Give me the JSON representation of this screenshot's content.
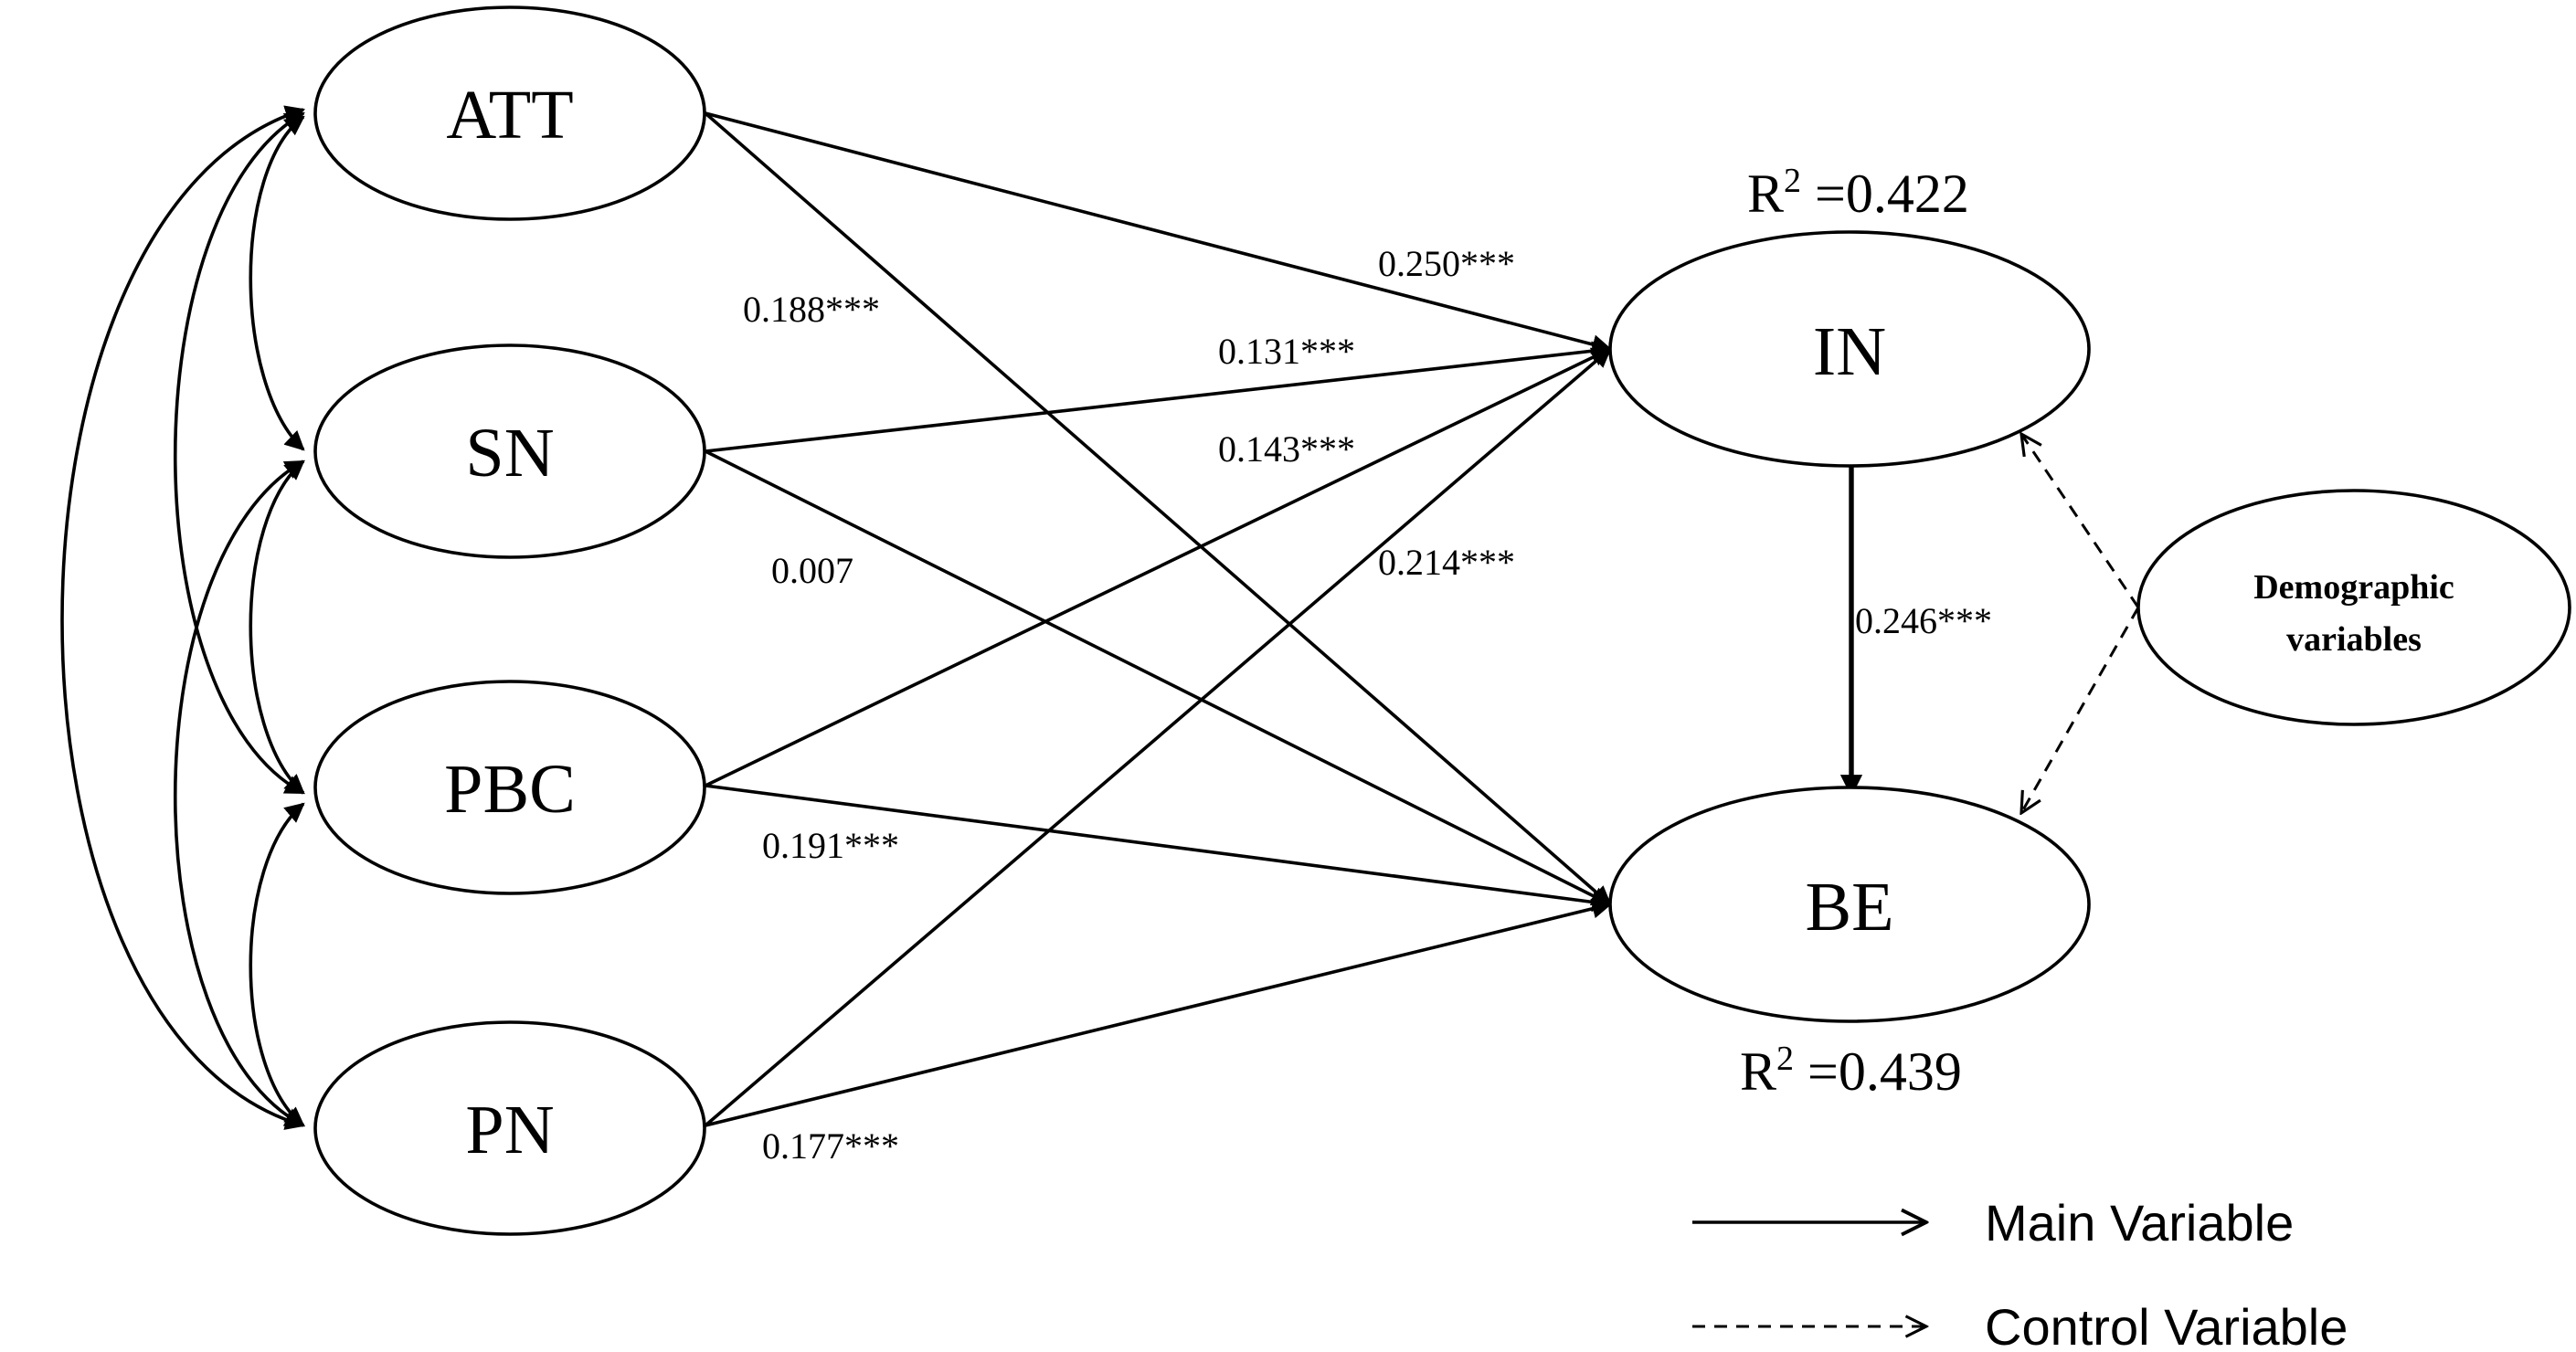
{
  "nodes": {
    "att": "ATT",
    "sn": "SN",
    "pbc": "PBC",
    "pn": "PN",
    "in": "IN",
    "be": "BE",
    "demo_line1": "Demographic",
    "demo_line2": "variables"
  },
  "r_squared": {
    "in": {
      "prefix": "R",
      "sup": "2",
      "value": " =0.422"
    },
    "be": {
      "prefix": "R",
      "sup": "2",
      "value": " =0.439"
    }
  },
  "coefficients": {
    "att_in": "0.250***",
    "att_be": "0.188***",
    "sn_in": "0.131***",
    "sn_be": "0.007",
    "pbc_in": "0.143***",
    "pbc_be": "0.191***",
    "pn_in": "0.214***",
    "pn_be": "0.177***",
    "in_be": "0.246***"
  },
  "legend": {
    "main": "Main Variable",
    "control": "Control Variable"
  }
}
